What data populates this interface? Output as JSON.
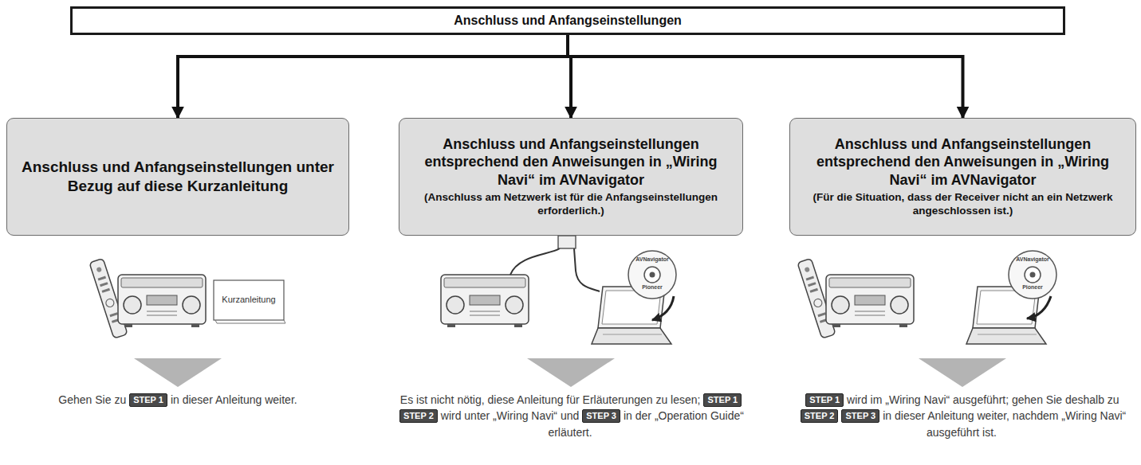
{
  "diagram": {
    "nodes": [
      {
        "text": [
          "Anschluss und Anfangseinstellungen"
        ]
      },
      {
        "text": [
          "Anschluss und Anfangseinstellungen unter Bezug auf diese Kurzanleitung"
        ]
      },
      {
        "text": [
          "Anschluss und Anfangseinstellungen entsprechend den Anweisungen in „Wiring Navi“ im AVNavigator",
          "(Anschluss am Netzwerk ist für die Anfangseinstellungen erforderlich.)"
        ]
      },
      {
        "text": [
          "Anschluss und Anfangseinstellungen entsprechend den Anweisungen in „Wiring Navi“ im AVNavigator",
          "(Für die Situation, dass der Receiver nicht an ein Netzwerk angeschlossen ist.)"
        ]
      }
    ],
    "edges": [
      {
        "from": 0,
        "to": 1,
        "arrow": "to"
      },
      {
        "from": 0,
        "to": 2,
        "arrow": "to"
      },
      {
        "from": 0,
        "to": 3,
        "arrow": "to"
      }
    ],
    "labels": [
      "Kurzanleitung",
      "AVNavigator",
      "Pioneer",
      "AVNavigator",
      "Pioneer",
      "Gehen Sie zu",
      "STEP 1",
      "in dieser Anleitung weiter.",
      "Es ist nicht nötig, diese Anleitung für Erläuterungen zu lesen;",
      "STEP 1",
      "STEP 2",
      "wird unter „Wiring Navi“ und",
      "STEP 3",
      "in der „Operation Guide“ erläutert.",
      "STEP 1",
      "wird im „Wiring Navi“ ausgeführt; gehen Sie deshalb zu",
      "STEP 2",
      "STEP 3",
      "in dieser Anleitung weiter, nachdem „Wiring Navi“ ausgeführt ist."
    ]
  }
}
